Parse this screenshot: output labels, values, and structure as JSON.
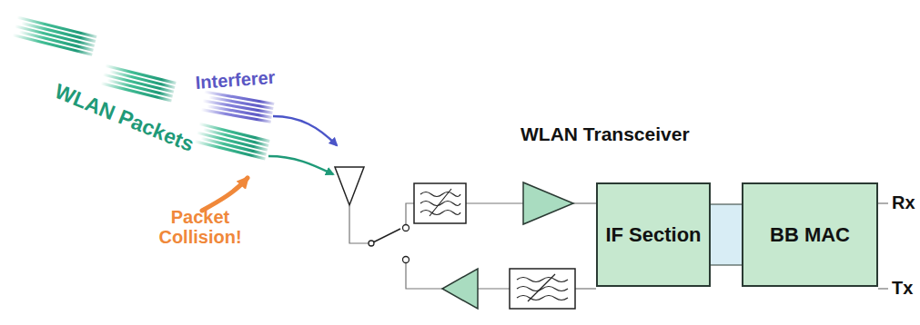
{
  "diagram": {
    "title": "WLAN Transceiver",
    "nodes": [
      {
        "text": [
          "IF Section"
        ]
      },
      {
        "text": [
          "BB MAC"
        ]
      }
    ],
    "edges": [
      {
        "from": 0,
        "to": 1,
        "arrow": "none"
      }
    ],
    "labels": [
      "WLAN Packets",
      "Interferer",
      "Packet Collision!",
      "Rx",
      "Tx"
    ]
  }
}
